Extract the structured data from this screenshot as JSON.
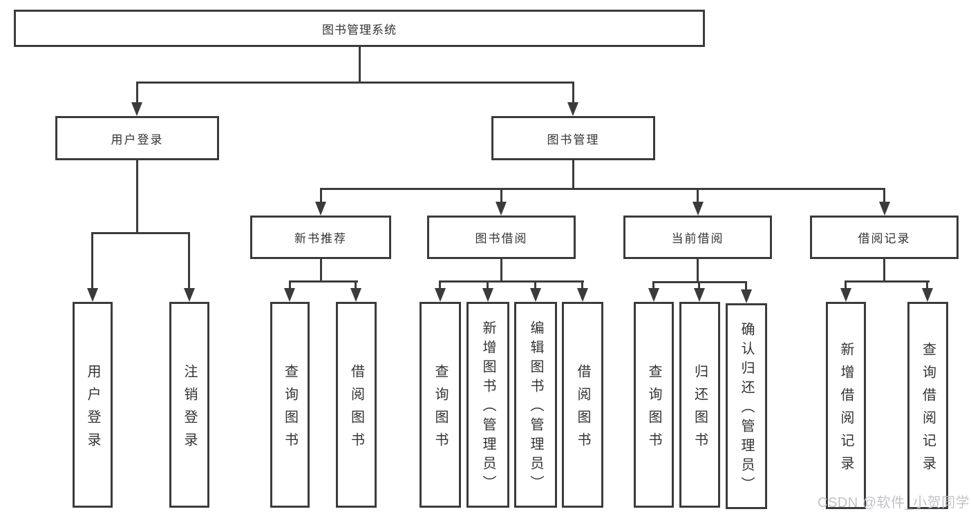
{
  "colors": {
    "line": "#3b3b3b",
    "text": "#333333",
    "watermark": "#c0c3c8",
    "bg": "#ffffff"
  },
  "watermark": {
    "text": "CSDN @软件_小贺同学"
  },
  "tree": {
    "root": {
      "label": "图书管理系统"
    },
    "branches": [
      {
        "label": "用户登录",
        "children": [
          {
            "label": "用户登录"
          },
          {
            "label": "注销登录"
          }
        ]
      },
      {
        "label": "图书管理",
        "children": [
          {
            "label": "新书推荐",
            "children": [
              {
                "label": "查询图书"
              },
              {
                "label": "借阅图书"
              }
            ]
          },
          {
            "label": "图书借阅",
            "children": [
              {
                "label": "查询图书"
              },
              {
                "label": "新增图书（管理员）"
              },
              {
                "label": "编辑图书（管理员）"
              },
              {
                "label": "借阅图书"
              }
            ]
          },
          {
            "label": "当前借阅",
            "children": [
              {
                "label": "查询图书"
              },
              {
                "label": "归还图书"
              },
              {
                "label": "确认归还（管理员）"
              }
            ]
          },
          {
            "label": "借阅记录",
            "children": [
              {
                "label": "新增借阅记录"
              },
              {
                "label": "查询借阅记录"
              }
            ]
          }
        ]
      }
    ]
  }
}
